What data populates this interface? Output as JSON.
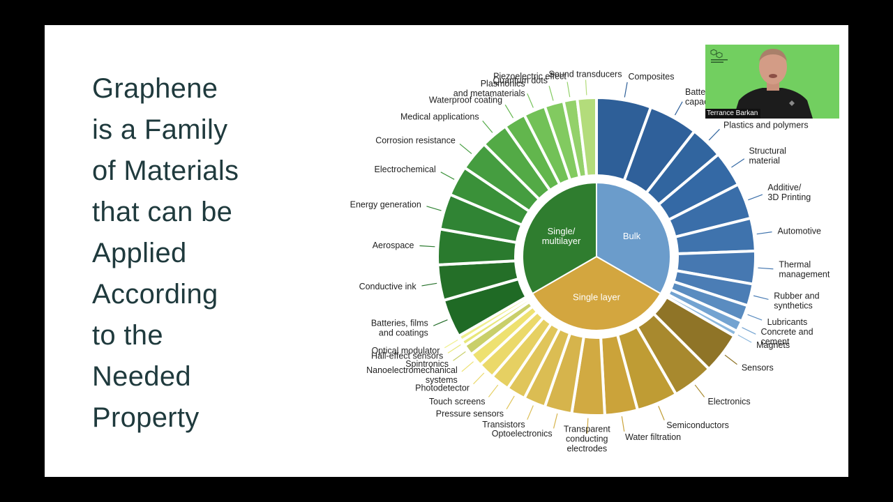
{
  "slide": {
    "title_lines": [
      "Graphene",
      "is a Family",
      "of Materials",
      "that can be",
      "Applied",
      "According",
      "to the",
      "Needed",
      "Property"
    ]
  },
  "presenter": {
    "name": "Terrance Barkan"
  },
  "colors": {
    "bulk": "#6ea0d0",
    "single_multilayer": "#2e7d32",
    "single_layer": "#d4a53c"
  },
  "chart_data": {
    "type": "pie",
    "inner": [
      {
        "name": "Bulk",
        "color": "#6b9ccb",
        "start": 0,
        "end": 120
      },
      {
        "name": "Single layer",
        "color": "#d3a63f",
        "start": 120,
        "end": 240
      },
      {
        "name": "Single/\nmultilayer",
        "color": "#2f7d2f",
        "start": 240,
        "end": 360
      }
    ],
    "outer": [
      {
        "label": "Composites",
        "parent": "Bulk",
        "color": "#2e5f98",
        "start": 0,
        "end": 20
      },
      {
        "label": "Batteries and\ncapacitors",
        "parent": "Bulk",
        "color": "#2f609a",
        "start": 20,
        "end": 38
      },
      {
        "label": "Plastics and polymers",
        "parent": "Bulk",
        "color": "#31659f",
        "start": 38,
        "end": 50
      },
      {
        "label": "Structural\nmaterial",
        "parent": "Bulk",
        "color": "#3469a5",
        "start": 50,
        "end": 63
      },
      {
        "label": "Additive/\n3D Printing",
        "parent": "Bulk",
        "color": "#3a6ea9",
        "start": 63,
        "end": 76
      },
      {
        "label": "Automotive",
        "parent": "Bulk",
        "color": "#3f73ad",
        "start": 76,
        "end": 88
      },
      {
        "label": "Thermal\nmanagement",
        "parent": "Bulk",
        "color": "#4678b1",
        "start": 88,
        "end": 100
      },
      {
        "label": "Rubber and\nsynthetics",
        "parent": "Bulk",
        "color": "#4b7db5",
        "start": 100,
        "end": 108
      },
      {
        "label": "Lubricants",
        "parent": "Bulk",
        "color": "#5a8cc0",
        "start": 108,
        "end": 114
      },
      {
        "label": "Concrete and\ncement",
        "parent": "Bulk",
        "color": "#73a3d1",
        "start": 114,
        "end": 118
      },
      {
        "label": "Magnets",
        "parent": "Bulk",
        "color": "#8cb8de",
        "start": 118,
        "end": 120
      },
      {
        "label": "Sensors",
        "parent": "Single layer",
        "color": "#8f7427",
        "start": 120,
        "end": 135
      },
      {
        "label": "Electronics",
        "parent": "Single layer",
        "color": "#a8892e",
        "start": 135,
        "end": 150
      },
      {
        "label": "Semiconductors",
        "parent": "Single layer",
        "color": "#bf9c34",
        "start": 150,
        "end": 165
      },
      {
        "label": "Water filtration",
        "parent": "Single layer",
        "color": "#cba33a",
        "start": 165,
        "end": 177
      },
      {
        "label": "Transparent\nconducting\nelectrodes",
        "parent": "Single layer",
        "color": "#d1aa42",
        "start": 177,
        "end": 189
      },
      {
        "label": "Optoelectronics",
        "parent": "Single layer",
        "color": "#d6b44c",
        "start": 189,
        "end": 199
      },
      {
        "label": "Transistors",
        "parent": "Single layer",
        "color": "#dbbd53",
        "start": 199,
        "end": 207
      },
      {
        "label": "Pressure sensors",
        "parent": "Single layer",
        "color": "#e0c55a",
        "start": 207,
        "end": 214
      },
      {
        "label": "Touch screens",
        "parent": "Single layer",
        "color": "#e6d062",
        "start": 214,
        "end": 221
      },
      {
        "label": "Photodetector",
        "parent": "Single layer",
        "color": "#ebd96a",
        "start": 221,
        "end": 227
      },
      {
        "label": "Nanoelectromechanical\nsystems",
        "parent": "Single layer",
        "color": "#eee170",
        "start": 227,
        "end": 232
      },
      {
        "label": "Spintronics",
        "parent": "Single layer",
        "color": "#c9cf6a",
        "start": 232,
        "end": 236
      },
      {
        "label": "Hall-effect sensors",
        "parent": "Single layer",
        "color": "#e8e77a",
        "start": 236,
        "end": 238
      },
      {
        "label": "Optical modulator",
        "parent": "Single layer",
        "color": "#f0ef8e",
        "start": 238,
        "end": 240
      },
      {
        "label": "Batteries, films\nand coatings",
        "parent": "Single/\nmultilayer",
        "color": "#1f6a25",
        "start": 240,
        "end": 254
      },
      {
        "label": "Conductive ink",
        "parent": "Single/\nmultilayer",
        "color": "#246f28",
        "start": 254,
        "end": 267
      },
      {
        "label": "Aerospace",
        "parent": "Single/\nmultilayer",
        "color": "#2a7a2e",
        "start": 267,
        "end": 280
      },
      {
        "label": "Energy generation",
        "parent": "Single/\nmultilayer",
        "color": "#308434",
        "start": 280,
        "end": 293
      },
      {
        "label": "Electrochemical",
        "parent": "Single/\nmultilayer",
        "color": "#3a9139",
        "start": 293,
        "end": 304
      },
      {
        "label": "Corrosion resistance",
        "parent": "Single/\nmultilayer",
        "color": "#459d40",
        "start": 304,
        "end": 315
      },
      {
        "label": "Medical applications",
        "parent": "Single/\nmultilayer",
        "color": "#53aa46",
        "start": 315,
        "end": 325
      },
      {
        "label": "Waterproof coating",
        "parent": "Single/\nmultilayer",
        "color": "#62b64d",
        "start": 325,
        "end": 333
      },
      {
        "label": "Plasmonics\nand metamaterials",
        "parent": "Single/\nmultilayer",
        "color": "#72c157",
        "start": 333,
        "end": 341
      },
      {
        "label": "Quantum dots",
        "parent": "Single/\nmultilayer",
        "color": "#82ca60",
        "start": 341,
        "end": 348
      },
      {
        "label": "Piezoelectric effect",
        "parent": "Single/\nmultilayer",
        "color": "#93d16a",
        "start": 348,
        "end": 353
      },
      {
        "label": "Sound transducers",
        "parent": "Single/\nmultilayer",
        "color": "#b3dc7b",
        "start": 353,
        "end": 360
      }
    ]
  }
}
